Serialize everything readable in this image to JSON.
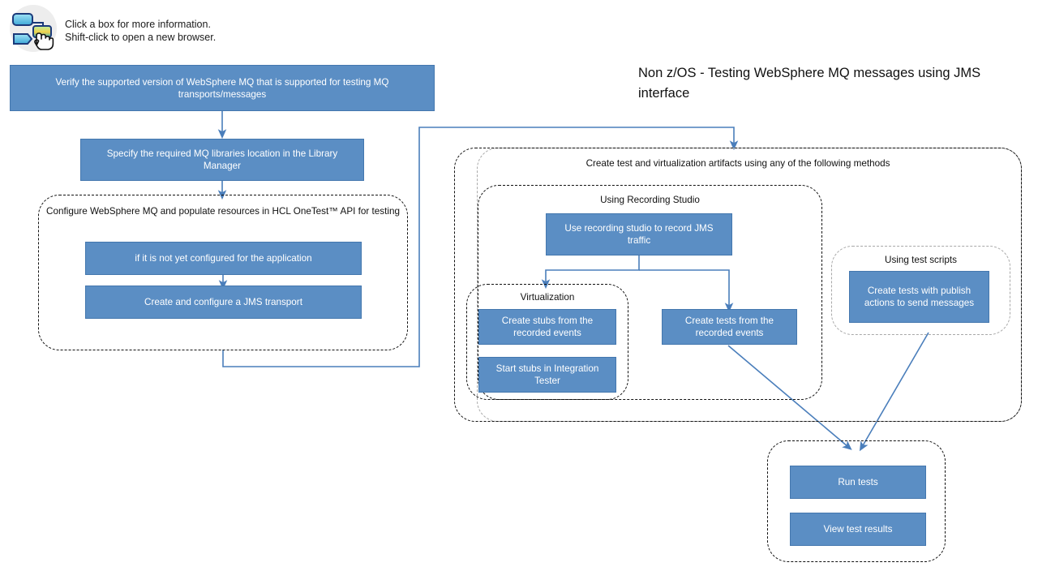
{
  "hint": {
    "icon": "flowchart-pointer-icon",
    "line1": "Click a box for more information.",
    "line2": "Shift-click to open a new browser."
  },
  "diagram": {
    "title": "Non z/OS - Testing WebSphere MQ messages using JMS interface",
    "accent_color": "#5B8EC4",
    "accent_border_color": "#4477AE",
    "connector_color": "#4A7EBB",
    "group_border_color": "#111111",
    "group_border_color_light": "#a8a8a8",
    "nodes": {
      "verify_version": "Verify the supported version of WebSphere MQ that is supported for testing MQ transports/messages",
      "specify_libraries": "Specify the required MQ libraries location in the Library Manager",
      "not_configured": "if it is not yet configured for the application",
      "create_jms_transport": "Create and configure a JMS transport",
      "use_recording_studio": "Use recording studio to record JMS traffic",
      "create_stubs": "Create stubs from the recorded events",
      "start_stubs": "Start stubs in Integration Tester",
      "create_tests_recorded": "Create tests from the recorded events",
      "create_tests_publish": "Create tests with publish actions to send messages",
      "run_tests": "Run tests",
      "view_test_results": "View test results"
    },
    "groups": {
      "configure_mq": "Configure WebSphere MQ and populate resources in HCL OneTest™ API for testing",
      "create_artifacts": "Create test and virtualization artifacts using any of the following methods",
      "using_recording_studio": "Using Recording Studio",
      "virtualization": "Virtualization",
      "using_test_scripts": "Using test scripts",
      "results": ""
    }
  }
}
